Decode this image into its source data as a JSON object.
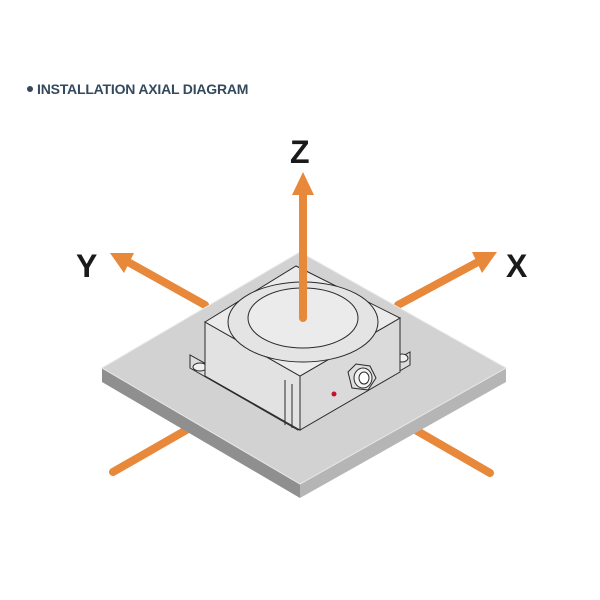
{
  "heading": {
    "bullet": "•",
    "title": "INSTALLATION AXIAL DIAGRAM"
  },
  "axes": {
    "x": {
      "label": "X"
    },
    "y": {
      "label": "Y"
    },
    "z": {
      "label": "Z"
    }
  },
  "colors": {
    "heading": "#34495e",
    "arrow": "#e8883a",
    "plate_top": "#d4d4d4",
    "plate_side_left": "#9a9a9a",
    "plate_side_right": "#b8b8b8",
    "device": "#e6e6e6",
    "indicator_led": "#c8102e"
  },
  "device": {
    "name": "inclinometer-sensor",
    "features": [
      "mounting-plate",
      "four-mounting-holes",
      "cable-gland",
      "status-led"
    ]
  }
}
